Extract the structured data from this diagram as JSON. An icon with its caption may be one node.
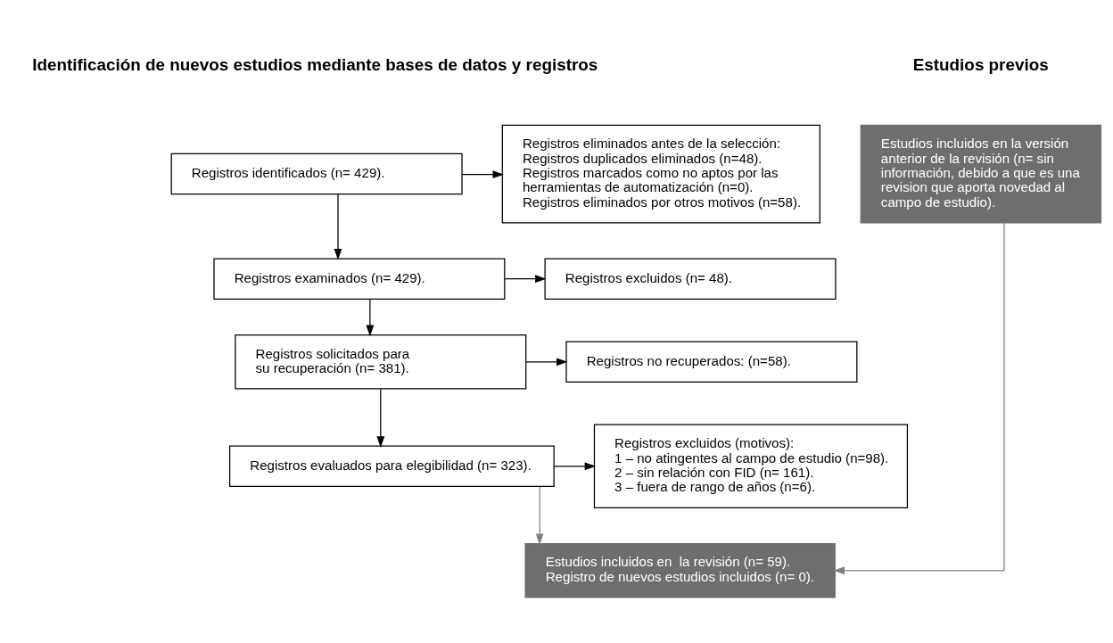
{
  "diagram": {
    "nodes": [
      {
        "text": [
          "Estudios incluidos en la versión anterior de la revisión (n= sin información, debido a que es una revision que aporta novedad al campo de estudio)."
        ]
      },
      {
        "text": [
          "Registros identificados (n= 429)."
        ]
      },
      {
        "text": [
          "Registros eliminados antes de la selección:",
          "Registros duplicados eliminados (n=48).",
          "Registros marcados como no aptos por las herramientas de automatización (n=0).",
          "Registros eliminados por otros motivos (n=58)."
        ]
      },
      {
        "text": [
          "Registros examinados (n= 429)."
        ]
      },
      {
        "text": [
          "Registros excluidos (n= 48)."
        ]
      },
      {
        "text": [
          "Registros solicitados para su recuperación (n= 381)."
        ]
      },
      {
        "text": [
          "Registros no recuperados: (n=58)."
        ]
      },
      {
        "text": [
          "Registros evaluados para elegibilidad (n= 323)."
        ]
      },
      {
        "text": [
          "Registros excluidos (motivos):",
          "1 – no atingentes al campo de estudio (n=98).",
          "2 – sin relación con FID (n= 161).",
          "3 – fuera de rango de años (n=6)."
        ]
      },
      {
        "text": [
          "Estudios incluidos en  la revisión (n= 59).",
          "Registro de nuevos estudios incluidos (n= 0)."
        ]
      }
    ],
    "edges": [
      {
        "from": 1,
        "to": 2,
        "arrow": "to"
      },
      {
        "from": 1,
        "to": 3,
        "arrow": "to"
      },
      {
        "from": 3,
        "to": 4,
        "arrow": "to"
      },
      {
        "from": 3,
        "to": 5,
        "arrow": "to"
      },
      {
        "from": 5,
        "to": 6,
        "arrow": "to"
      },
      {
        "from": 5,
        "to": 7,
        "arrow": "to"
      },
      {
        "from": 7,
        "to": 8,
        "arrow": "to"
      },
      {
        "from": 7,
        "to": 9,
        "arrow": "to",
        "color": "#808080"
      },
      {
        "from": 0,
        "to": 9,
        "arrow": "to",
        "color": "#808080"
      }
    ],
    "labels": [
      "Estudios previos",
      "Identificación de nuevos estudios mediante bases de datos y registros"
    ]
  }
}
